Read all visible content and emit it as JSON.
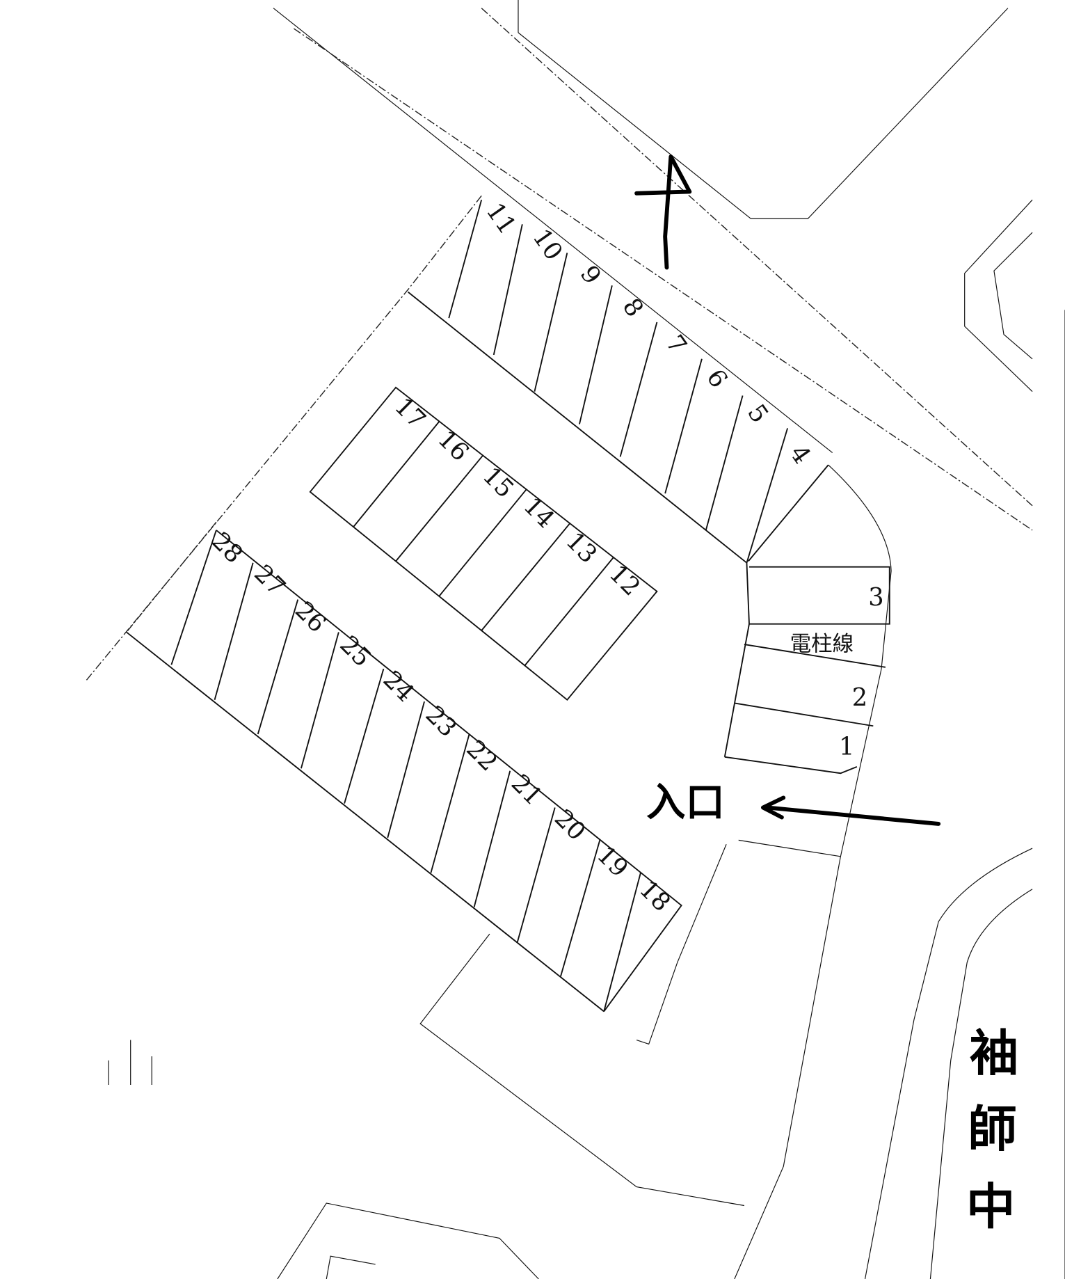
{
  "stalls": {
    "s1": "1",
    "s2": "2",
    "s3": "3",
    "s4": "4",
    "s5": "5",
    "s6": "6",
    "s7": "7",
    "s8": "8",
    "s9": "9",
    "s10": "10",
    "s11": "11",
    "s12": "12",
    "s13": "13",
    "s14": "14",
    "s15": "15",
    "s16": "16",
    "s17": "17",
    "s18": "18",
    "s19": "19",
    "s20": "20",
    "s21": "21",
    "s22": "22",
    "s23": "23",
    "s24": "24",
    "s25": "25",
    "s26": "26",
    "s27": "27",
    "s28": "28"
  },
  "labels": {
    "utility_pole_line": "電柱線",
    "entrance": "入口",
    "school_c1": "袖",
    "school_c2": "師",
    "school_c3": "中"
  },
  "icons": {
    "north_arrow": "north-arrow-icon",
    "entrance_arrow": "left-arrow-icon"
  }
}
